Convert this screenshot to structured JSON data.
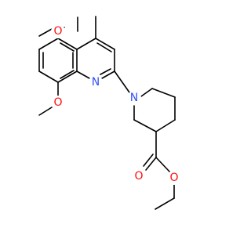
{
  "colors": {
    "bond": "#000000",
    "oxygen": "#ff0d0d",
    "nitrogen": "#3050f8",
    "background": "#ffffff"
  },
  "atoms": {
    "o_top": "O",
    "o_bottom": "O",
    "n_ring": "N",
    "n_piperidine": "N",
    "o_carbonyl": "O",
    "o_ester": "O"
  }
}
